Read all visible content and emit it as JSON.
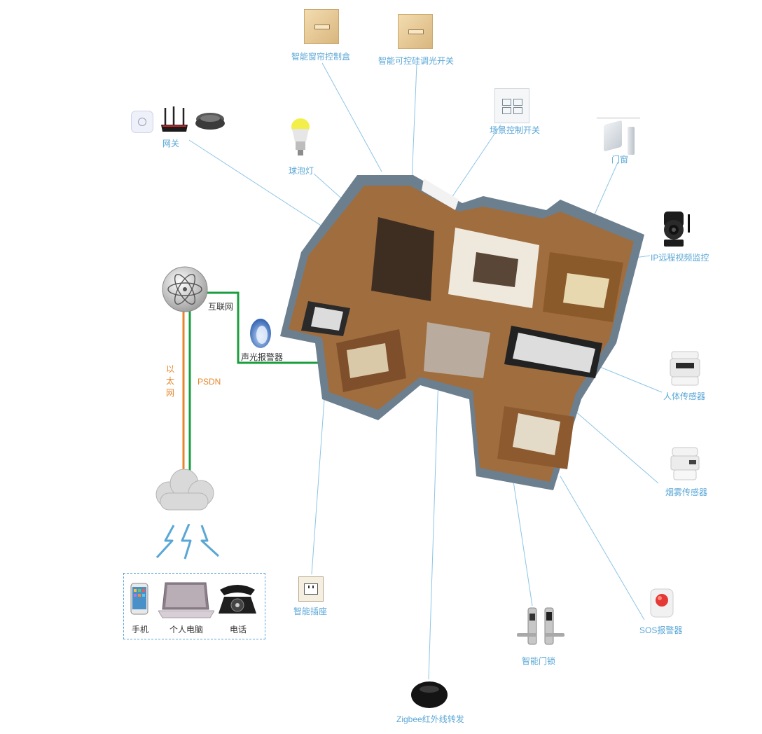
{
  "labels": {
    "curtain_box": "智能窗帘控制盒",
    "dimmer_switch": "智能可控硅调光开关",
    "scene_switch": "场景控制开关",
    "door_window": "门窗",
    "gateway": "网关",
    "bulb": "球泡灯",
    "ip_camera": "IP远程视频监控",
    "internet": "互联网",
    "alarm": "声光报警器",
    "ethernet": "以太网",
    "psdn": "PSDN",
    "body_sensor": "人体传感器",
    "smoke_sensor": "烟雾传感器",
    "socket": "智能插座",
    "sos": "SOS报警器",
    "door_lock": "智能门锁",
    "zigbee_ir": "Zigbee红外线转发",
    "phone": "手机",
    "pc": "个人电脑",
    "telephone": "电话"
  },
  "colors": {
    "label_blue": "#5aa7d6",
    "ethernet_orange": "#e8842a",
    "psdn_green": "#1a9d3f"
  },
  "icons": [
    "curtain-icon",
    "dimmer-icon",
    "scene-switch-icon",
    "door-sensor-icon",
    "gateway-icon",
    "router-icon",
    "hub-icon",
    "bulb-icon",
    "camera-icon",
    "globe-icon",
    "alarm-icon",
    "cloud-icon",
    "lightning-icon",
    "phone-icon",
    "laptop-icon",
    "telephone-icon",
    "body-sensor-icon",
    "smoke-sensor-icon",
    "socket-icon",
    "sos-icon",
    "door-lock-icon",
    "zigbee-icon"
  ]
}
